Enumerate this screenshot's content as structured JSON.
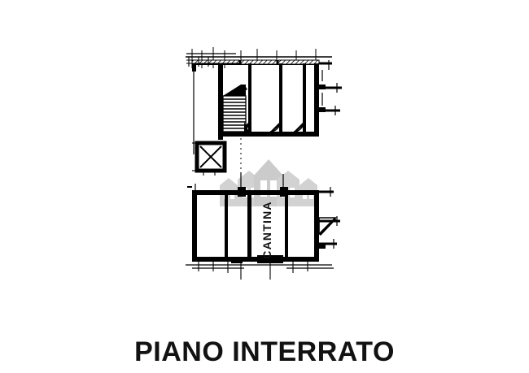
{
  "document": {
    "type": "architectural-floor-plan",
    "title": "PIANO INTERRATO",
    "background_color": "#ffffff",
    "ink_color": "#000000"
  },
  "title_caption": {
    "text": "PIANO INTERRATO"
  },
  "watermark": {
    "name": "house-cluster-watermark",
    "color": "#cfcfcf",
    "shape_count": 5
  },
  "plan": {
    "upper_block": {
      "name": "upper-plan-block",
      "rooms": [
        {
          "id": "stair-room",
          "label": ""
        },
        {
          "id": "room-a",
          "label": ""
        },
        {
          "id": "room-b",
          "label": ""
        },
        {
          "id": "room-c",
          "label": ""
        }
      ],
      "features": [
        {
          "name": "staircase",
          "treads": 10
        },
        {
          "name": "lift-shaft",
          "marking": "X"
        },
        {
          "name": "door-openings",
          "count": 3
        }
      ]
    },
    "lower_block": {
      "name": "lower-plan-block",
      "label": "CANTINA",
      "label_rotation_deg": -90,
      "rooms": [
        {
          "id": "cellar-1",
          "label": ""
        },
        {
          "id": "cellar-2",
          "label": ""
        },
        {
          "id": "cellar-3",
          "label": "CANTINA"
        },
        {
          "id": "cellar-4",
          "label": ""
        }
      ],
      "features": [
        {
          "name": "door-swing",
          "count": 1
        },
        {
          "name": "wall-pier-solid",
          "count": 1
        }
      ]
    }
  }
}
